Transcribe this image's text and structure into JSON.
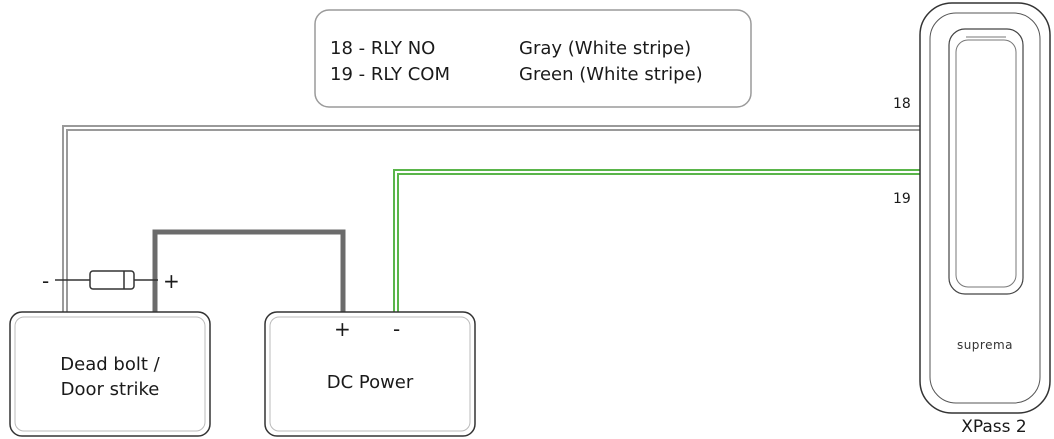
{
  "legend": {
    "rows": [
      {
        "pin": "18 - RLY NO",
        "color": "Gray (White stripe)"
      },
      {
        "pin": "19 - RLY COM",
        "color": "Green (White stripe)"
      }
    ]
  },
  "pins": {
    "pin18": "18",
    "pin19": "19"
  },
  "deadbolt": {
    "line1": "Dead bolt /",
    "line2": "Door strike",
    "minus": "-",
    "plus": "+"
  },
  "power": {
    "label": "DC Power",
    "plus": "+",
    "minus": "-"
  },
  "device": {
    "brand": "suprema",
    "name": "XPass 2"
  },
  "colors": {
    "gray_wire": "#9a9a9a",
    "green_wire": "#5ab54a",
    "dark_wire": "#6b6b6b",
    "outline": "#333333",
    "legend_border": "#999999"
  }
}
